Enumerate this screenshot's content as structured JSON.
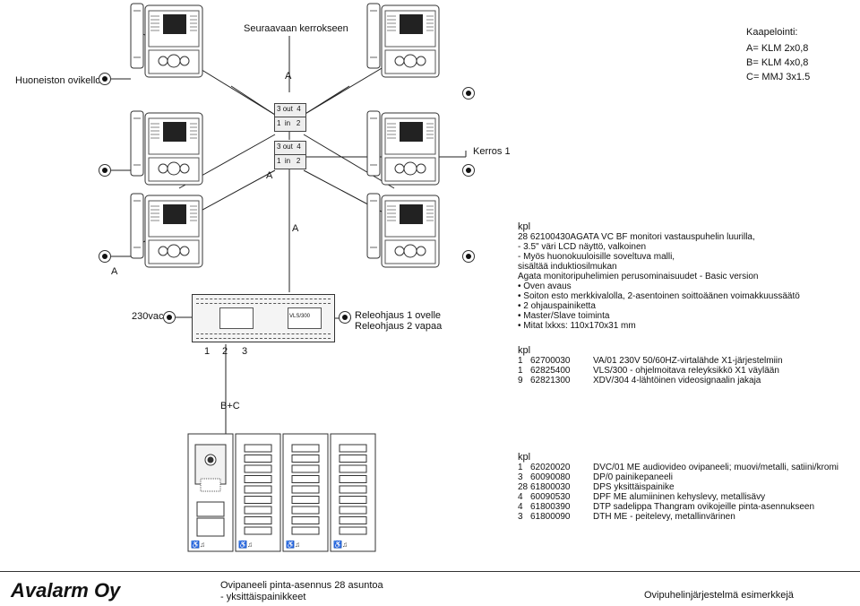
{
  "labels": {
    "apartment_doorbell": "Huoneiston ovikello",
    "next_floor": "Seuraavaan kerrokseen",
    "floor": "Kerros 1",
    "cable_A1": "A",
    "cable_A2": "A",
    "cable_A3": "A",
    "cable_A4": "A",
    "supply": "230vac",
    "relay": [
      "Releohjaus 1 ovelle",
      "Releohjaus 2 vapaa"
    ],
    "terminals": [
      "1",
      "2",
      "3"
    ],
    "cable_BC": "B+C",
    "psu_tag": "VLS/300"
  },
  "distributors": [
    {
      "top": [
        "3",
        "out",
        "4"
      ],
      "bottom": [
        "1",
        "in",
        "2"
      ]
    },
    {
      "top": [
        "3",
        "out",
        "4"
      ],
      "bottom": [
        "1",
        "in",
        "2"
      ]
    }
  ],
  "cabling": {
    "title": "Kaapelointi:",
    "items": [
      "A= KLM 2x0,8",
      "B= KLM 4x0,8",
      "C= MMJ 3x1.5"
    ]
  },
  "monitor_spec": {
    "kpl": "kpl",
    "lines": [
      "28  62100430AGATA VC BF monitori vastauspuhelin luurilla,",
      "     - 3.5\" väri LCD näyttö, valkoinen",
      "     - Myös huonokuuloisille soveltuva malli,",
      "       sisältää induktiosilmukan",
      "Agata monitoripuhelimien perusominaisuudet  - Basic version",
      "• Oven avaus",
      "• Soiton esto merkkivalolla, 2-asentoinen soittoäänen voimakkuussäätö",
      "• 2 ohjauspainiketta",
      "• Master/Slave toiminta",
      "• Mitat lxkxs:  110x170x31 mm"
    ]
  },
  "psu_parts": {
    "kpl": "kpl",
    "rows": [
      {
        "qty": "1",
        "code": "62700030",
        "desc": "VA/01 230V 50/60HZ-virtalähde X1-järjestelmiin"
      },
      {
        "qty": "1",
        "code": "62825400",
        "desc": "VLS/300 - ohjelmoitava releyksikkö X1 väylään"
      },
      {
        "qty": "9",
        "code": "62821300",
        "desc": "XDV/304 4-lähtöinen videosignaalin jakaja"
      }
    ]
  },
  "panel_parts": {
    "kpl": "kpl",
    "rows": [
      {
        "qty": "1",
        "code": "62020020",
        "desc": "DVC/01 ME audiovideo ovipaneeli; muovi/metalli, satiini/kromi"
      },
      {
        "qty": "3",
        "code": "60090080",
        "desc": "DP/0 painikepaneeli"
      },
      {
        "qty": "28",
        "code": "61800030",
        "desc": "DPS  yksittäispainike"
      },
      {
        "qty": "4",
        "code": "60090530",
        "desc": "DPF ME alumiininen kehyslevy, metallisävy"
      },
      {
        "qty": "4",
        "code": "61800390",
        "desc": "DTP sadelippa Thangram ovikojeille pinta-asennukseen"
      },
      {
        "qty": "3",
        "code": "61800090",
        "desc": "DTH ME - peitelevy, metallinvärinen"
      }
    ]
  },
  "footer": {
    "brand": "Avalarm Oy",
    "desc": [
      "Ovipaneeli pinta-asennus 28 asuntoa",
      "- yksittäispainikkeet"
    ],
    "title": "Ovipuhelinjärjestelmä esimerkkejä"
  }
}
